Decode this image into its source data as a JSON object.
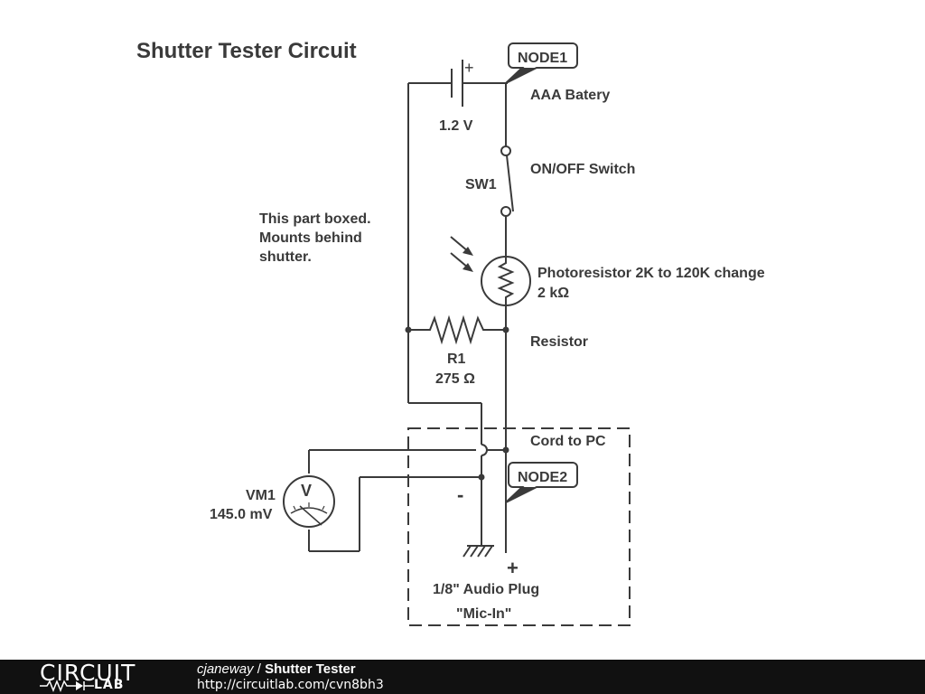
{
  "diagram": {
    "title": "Shutter Tester Circuit",
    "node1_tag": "NODE1",
    "node2_tag": "NODE2",
    "battery_name": "AAA Batery",
    "battery_voltage": "1.2 V",
    "battery_plus": "+",
    "switch_id": "SW1",
    "switch_desc": "ON/OFF Switch",
    "note_lines": [
      "This part boxed.",
      "Mounts behind",
      "shutter."
    ],
    "photoresistor_desc": "Photoresistor 2K to 120K change",
    "photoresistor_value": "2 kΩ",
    "resistor_desc": "Resistor",
    "resistor_id": "R1",
    "resistor_value": "275 Ω",
    "cord_label": "Cord to PC",
    "voltmeter_id": "VM1",
    "voltmeter_reading": "145.0 mV",
    "voltmeter_symbol": "V",
    "minus_sign": "-",
    "plus_sign": "+",
    "plug_label": "1/8\" Audio Plug",
    "plug_sub": "\"Mic-In\""
  },
  "footer": {
    "logo_top": "CIRCUIT",
    "logo_bottom": "LAB",
    "author": "cjaneway",
    "separator": "/",
    "circuit_name": "Shutter Tester",
    "url": "http://circuitlab.com/cvn8bh3"
  }
}
